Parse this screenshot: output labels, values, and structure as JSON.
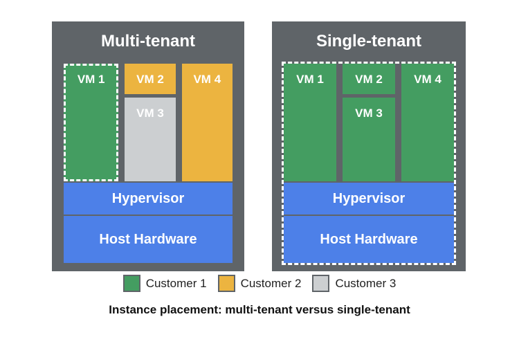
{
  "diagram": {
    "caption": "Instance placement: multi-tenant versus single-tenant"
  },
  "panels": {
    "multi": {
      "title": "Multi-tenant",
      "vm1": "VM 1",
      "vm2": "VM 2",
      "vm3": "VM 3",
      "vm4": "VM 4",
      "hypervisor": "Hypervisor",
      "host_hardware": "Host Hardware"
    },
    "single": {
      "title": "Single-tenant",
      "vm1": "VM 1",
      "vm2": "VM 2",
      "vm3": "VM 3",
      "vm4": "VM 4",
      "hypervisor": "Hypervisor",
      "host_hardware": "Host Hardware"
    }
  },
  "legend": {
    "items": [
      {
        "label": "Customer 1",
        "color": "#449d61"
      },
      {
        "label": "Customer 2",
        "color": "#ecb440"
      },
      {
        "label": "Customer 3",
        "color": "#cccfd1"
      }
    ]
  },
  "colors": {
    "panel_background": "#5f6468",
    "customer1_green": "#449d61",
    "customer2_orange": "#ecb440",
    "customer3_gray": "#cccfd1",
    "infrastructure_blue": "#4d80e8"
  }
}
